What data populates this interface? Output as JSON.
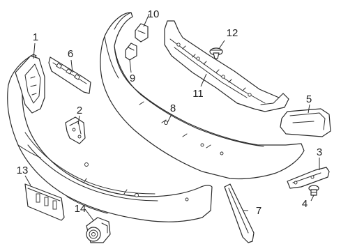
{
  "callouts": {
    "c1": "1",
    "c2": "2",
    "c3": "3",
    "c4": "4",
    "c5": "5",
    "c6": "6",
    "c7": "7",
    "c8": "8",
    "c9": "9",
    "c10": "10",
    "c11": "11",
    "c12": "12",
    "c13": "13",
    "c14": "14"
  },
  "colors": {
    "line": "#2b2b2b",
    "background": "#ffffff"
  }
}
